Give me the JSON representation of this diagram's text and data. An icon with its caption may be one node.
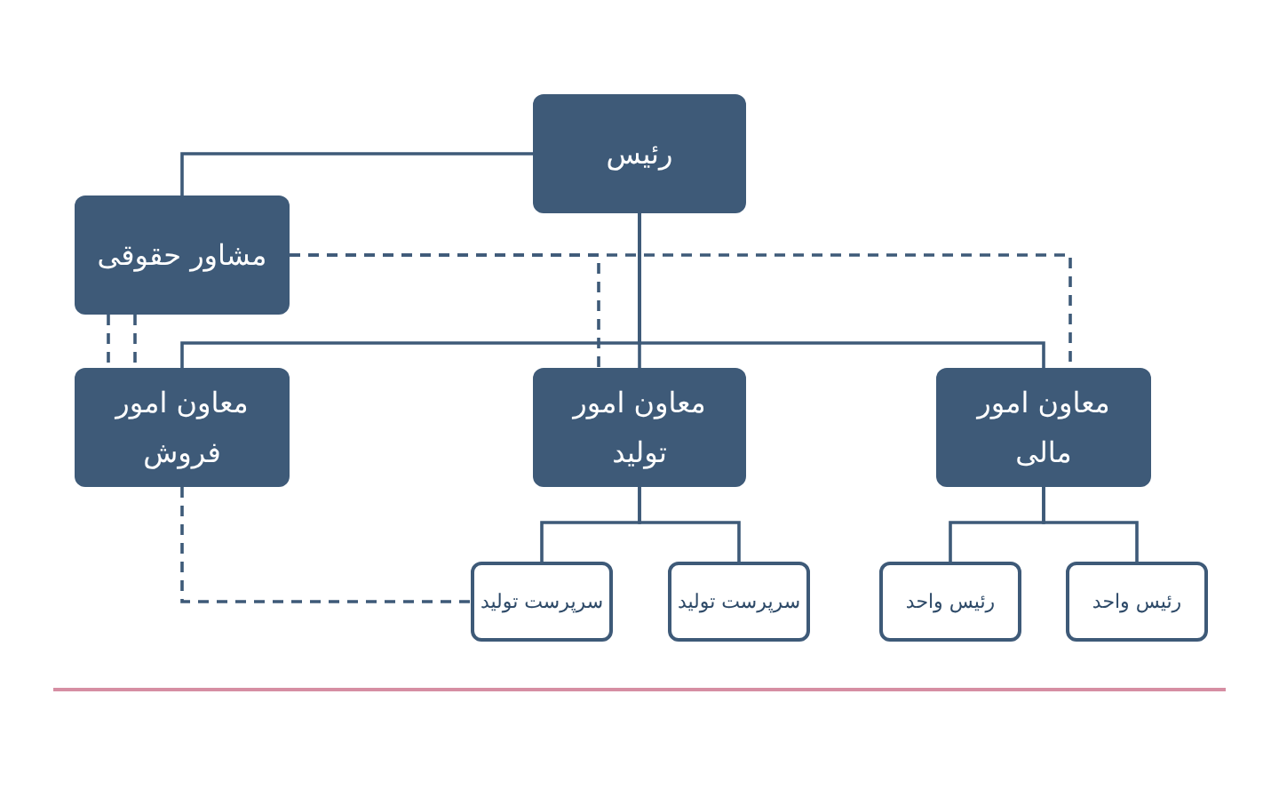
{
  "diagram": {
    "nodes": [
      {
        "text": [
          "رئیس"
        ]
      },
      {
        "text": [
          "مشاور حقوقی"
        ]
      },
      {
        "text": [
          "معاون امور مالی"
        ]
      },
      {
        "text": [
          "معاون امور تولید"
        ]
      },
      {
        "text": [
          "معاون امور فروش"
        ]
      },
      {
        "text": [
          "رئیس واحد"
        ]
      },
      {
        "text": [
          "رئیس واحد"
        ]
      },
      {
        "text": [
          "سرپرست تولید"
        ]
      },
      {
        "text": [
          "سرپرست تولید"
        ]
      }
    ],
    "edges": [
      {
        "from": 0,
        "to": 1,
        "arrow": "none"
      },
      {
        "from": 0,
        "to": 2,
        "arrow": "none"
      },
      {
        "from": 0,
        "to": 3,
        "arrow": "none"
      },
      {
        "from": 0,
        "to": 4,
        "arrow": "none"
      },
      {
        "from": 1,
        "to": 2,
        "arrow": "none",
        "style": "dashed"
      },
      {
        "from": 1,
        "to": 3,
        "arrow": "none",
        "style": "dashed"
      },
      {
        "from": 1,
        "to": 4,
        "arrow": "none",
        "style": "dashed"
      },
      {
        "from": 1,
        "to": 4,
        "arrow": "none",
        "style": "dashed"
      },
      {
        "from": 2,
        "to": 5,
        "arrow": "none"
      },
      {
        "from": 2,
        "to": 6,
        "arrow": "none"
      },
      {
        "from": 3,
        "to": 7,
        "arrow": "none"
      },
      {
        "from": 3,
        "to": 8,
        "arrow": "none"
      },
      {
        "from": 4,
        "to": 8,
        "arrow": "none",
        "style": "dashed"
      }
    ]
  }
}
